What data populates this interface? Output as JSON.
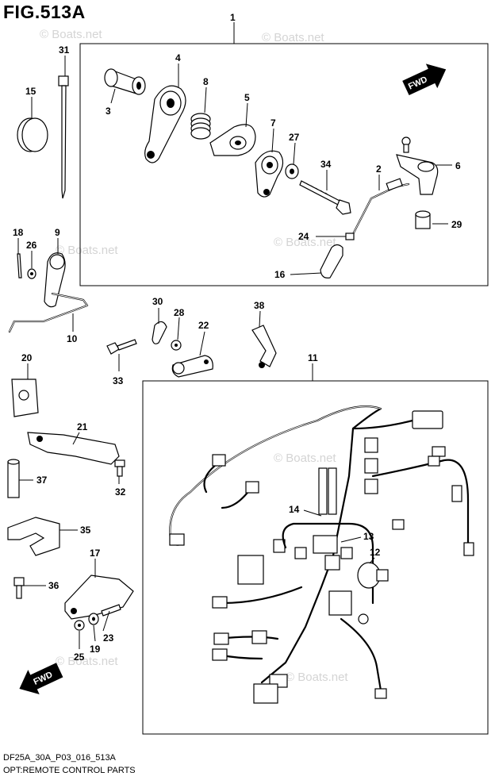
{
  "figure": {
    "title": "FIG.513A",
    "code": "DF25A_30A_P03_016_513A",
    "caption": "OPT:REMOTE CONTROL PARTS"
  },
  "watermark": "© Boats.net",
  "fwd_label": "FWD",
  "callouts": {
    "c1": "1",
    "c2": "2",
    "c3": "3",
    "c4": "4",
    "c5": "5",
    "c6": "6",
    "c7": "7",
    "c8": "8",
    "c9": "9",
    "c10": "10",
    "c11": "11",
    "c12": "12",
    "c13": "13",
    "c14": "14",
    "c15": "15",
    "c16": "16",
    "c17": "17",
    "c18": "18",
    "c19": "19",
    "c20": "20",
    "c21": "21",
    "c22": "22",
    "c23": "23",
    "c24": "24",
    "c25": "25",
    "c26": "26",
    "c27": "27",
    "c28": "28",
    "c29": "29",
    "c30": "30",
    "c31": "31",
    "c32": "32",
    "c33": "33",
    "c34": "34",
    "c35": "35",
    "c36": "36",
    "c37": "37",
    "c38": "38"
  }
}
